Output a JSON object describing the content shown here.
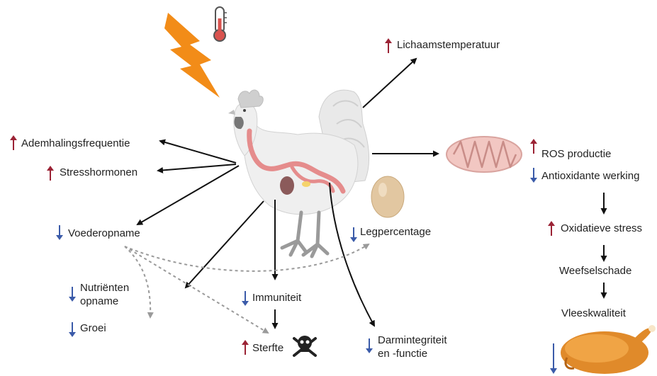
{
  "colors": {
    "increase_arrow": "#9b2335",
    "decrease_arrow": "#3b5ba9",
    "main_arrow": "#111111",
    "dashed_arrow": "#999999",
    "lightning": "#f28c18",
    "chicken_body": "#ececec",
    "gut": "#e58c8c",
    "comb": "#d9d9d9",
    "mitochondrion": "#f2c7c2",
    "egg": "#e2c7a1",
    "roast_chicken": "#e08a2a"
  },
  "icons": {
    "heat": "lightning-icon",
    "temperature": "thermometer-icon",
    "animal": "chicken-illustration",
    "cell": "mitochondrion-icon",
    "egg": "egg-icon",
    "death": "skull-crossbones-icon",
    "meat": "roast-chicken-icon"
  },
  "labels": {
    "body_temp": "Lichaamstemperatuur",
    "breathing": "Ademhalingsfrequentie",
    "stress_hormones": "Stresshormonen",
    "feed_intake": "Voederopname",
    "nutrient_intake_line1": "Nutriënten",
    "nutrient_intake_line2": "opname",
    "growth": "Groei",
    "immunity": "Immuniteit",
    "mortality": "Sterfte",
    "laying_rate": "Legpercentage",
    "gut_line1": "Darmintegriteit",
    "gut_line2": "en -functie",
    "ros": "ROS productie",
    "antioxidant": "Antioxidante werking",
    "oxidative_stress": "Oxidatieve stress",
    "tissue_damage": "Weefselschade",
    "meat_quality": "Vleeskwaliteit"
  },
  "directions": {
    "body_temp": "up",
    "breathing": "up",
    "stress_hormones": "up",
    "feed_intake": "down",
    "nutrient_intake": "down",
    "growth": "down",
    "immunity": "down",
    "mortality": "up",
    "laying_rate": "down",
    "gut": "down",
    "ros": "up",
    "antioxidant": "down",
    "oxidative_stress": "up",
    "meat_quality": "down"
  }
}
